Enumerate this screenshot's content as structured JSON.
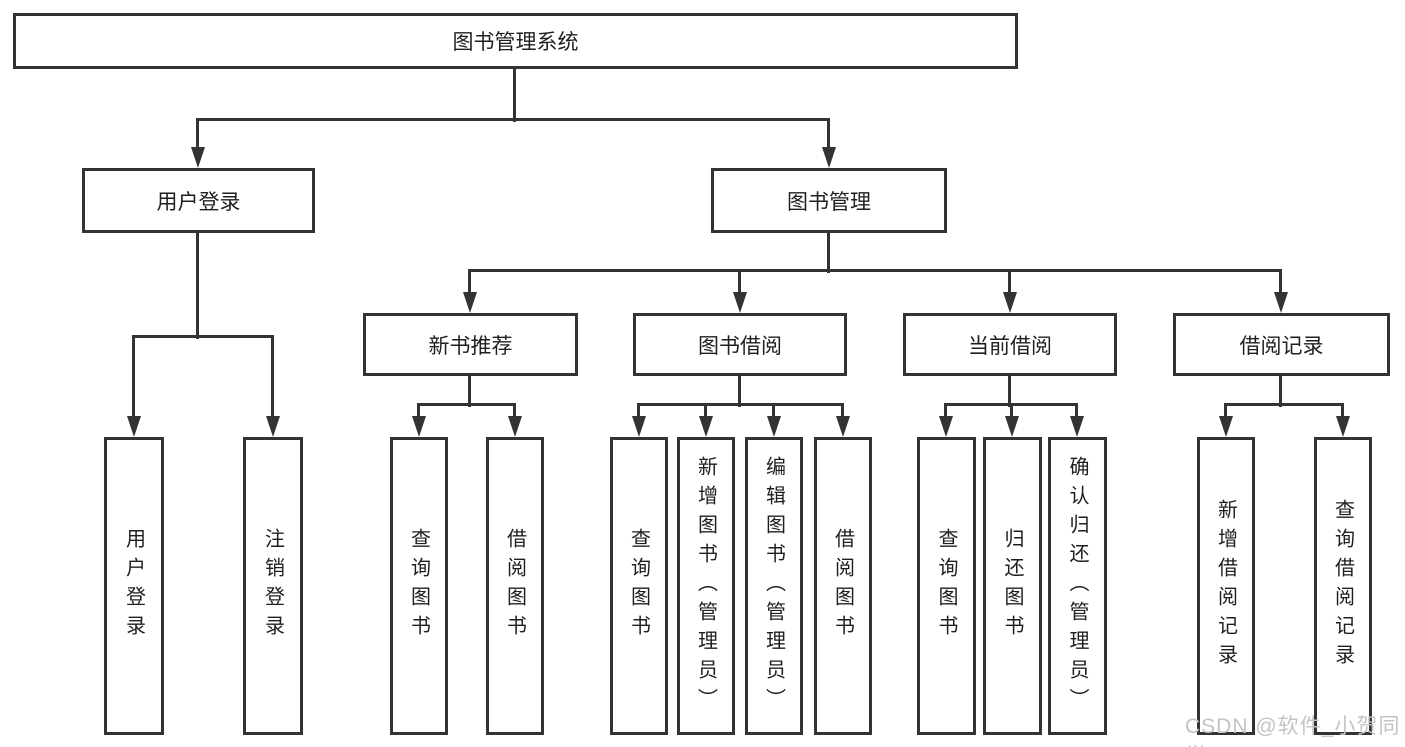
{
  "tree": {
    "root": {
      "label": "图书管理系统"
    },
    "branches": [
      {
        "label": "用户登录",
        "children": [
          {
            "label": "用户登录"
          },
          {
            "label": "注销登录"
          }
        ]
      },
      {
        "label": "图书管理",
        "children": [
          {
            "label": "新书推荐",
            "children": [
              {
                "label": "查询图书"
              },
              {
                "label": "借阅图书"
              }
            ]
          },
          {
            "label": "图书借阅",
            "children": [
              {
                "label": "查询图书"
              },
              {
                "label": "新增图书（管理员）"
              },
              {
                "label": "编辑图书（管理员）"
              },
              {
                "label": "借阅图书"
              }
            ]
          },
          {
            "label": "当前借阅",
            "children": [
              {
                "label": "查询图书"
              },
              {
                "label": "归还图书"
              },
              {
                "label": "确认归还（管理员）"
              }
            ]
          },
          {
            "label": "借阅记录",
            "children": [
              {
                "label": "新增借阅记录"
              },
              {
                "label": "查询借阅记录"
              }
            ]
          }
        ]
      }
    ]
  },
  "colors": {
    "line": "#333333",
    "text": "#1f1f1f",
    "watermark": "#c4c4c4"
  },
  "watermark": "CSDN @软件_小贺同学"
}
